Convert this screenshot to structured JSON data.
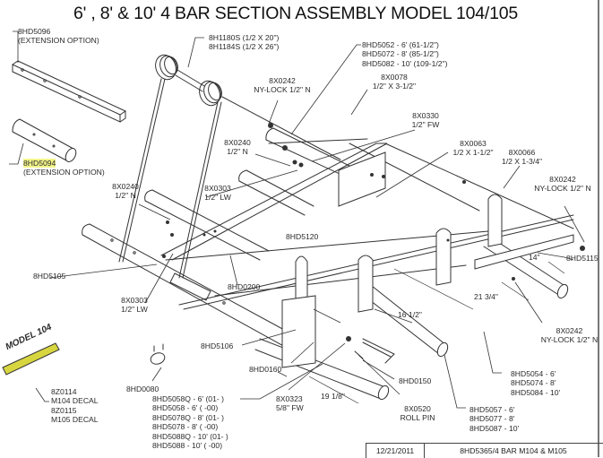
{
  "title": "6' , 8' & 10' 4 BAR SECTION ASSEMBLY MODEL 104/105",
  "title_block": {
    "date": "12/21/2011",
    "drawing": "8HD5365/4 BAR M104 & M105"
  },
  "colors": {
    "highlight": "#f3f58a",
    "decal_fill": "#d8d640",
    "line": "#333333"
  },
  "decal": {
    "text": "MODEL 104"
  },
  "callouts": {
    "ext_8hd5096": [
      "8HD5096",
      "(EXTENSION OPTION)"
    ],
    "ext_8hd5094": [
      "8HD5094",
      "(EXTENSION OPTION)"
    ],
    "tine": [
      "8H1180S (1/2 X 20\")",
      "8H1184S (1/2 X 26\")"
    ],
    "nylock_top": [
      "8X0242",
      "NY-LOCK 1/2\" N"
    ],
    "bar_top": [
      "8HD5052 - 6' (61-1/2\")",
      "8HD5072 - 8' (85-1/2\")",
      "8HD5082 - 10' (109-1/2\")"
    ],
    "bolt_0078": [
      "8X0078",
      "1/2\" X 3-1/2\""
    ],
    "fw_0330": [
      "8X0330",
      "1/2\" FW"
    ],
    "nut_0240_a": [
      "8X0240",
      "1/2\" N"
    ],
    "bolt_0063": [
      "8X0063",
      "1/2 X 1-1/2\""
    ],
    "bolt_0066": [
      "8X0066",
      "1/2 X 1-3/4\""
    ],
    "nut_0240_b": [
      "8X0240",
      "1/2\" N"
    ],
    "lw_0303_a": [
      "8X0303",
      "1/2\" LW"
    ],
    "nylock_right": [
      "8X0242",
      "NY-LOCK 1/2\" N"
    ],
    "part_5120": [
      "8HD5120"
    ],
    "part_5115": [
      "8HD5115"
    ],
    "part_5105": [
      "8HD5105"
    ],
    "part_0200": [
      "8HD0200"
    ],
    "lw_0303_b": [
      "8X0303",
      "1/2\" LW"
    ],
    "dim_14": [
      "14\""
    ],
    "dim_21": [
      "21 3/4\""
    ],
    "dim_16": [
      "16 1/2\""
    ],
    "nylock_low": [
      "8X0242",
      "NY-LOCK 1/2\" N"
    ],
    "part_5106": [
      "8HD5106"
    ],
    "part_0160": [
      "8HD0160"
    ],
    "part_0080": [
      "8HD0080"
    ],
    "decal_parts": [
      "8Z0114",
      "M104 DECAL",
      "8Z0115",
      "M105 DECAL"
    ],
    "fw_0323": [
      "8X0323",
      "5/8\" FW"
    ],
    "dim_19": [
      "19 1/8\""
    ],
    "part_0150": [
      "8HD0150"
    ],
    "rollpin": [
      "8X0520",
      "ROLL PIN"
    ],
    "bar_5054": [
      "8HD5054 - 6'",
      "8HD5074 - 8'",
      "8HD5084 - 10'"
    ],
    "bar_5057": [
      "8HD5057 - 6'",
      "8HD5077 - 8'",
      "8HD5087 - 10'"
    ],
    "bar_5058": [
      "8HD5058Q - 6' (01- )",
      "8HD5058 - 6' ( -00)",
      "8HD5078Q - 8' (01- )",
      "8HD5078 - 8' ( -00)",
      "8HD5088Q - 10' (01- )",
      "8HD5088 - 10' ( -00)"
    ]
  }
}
